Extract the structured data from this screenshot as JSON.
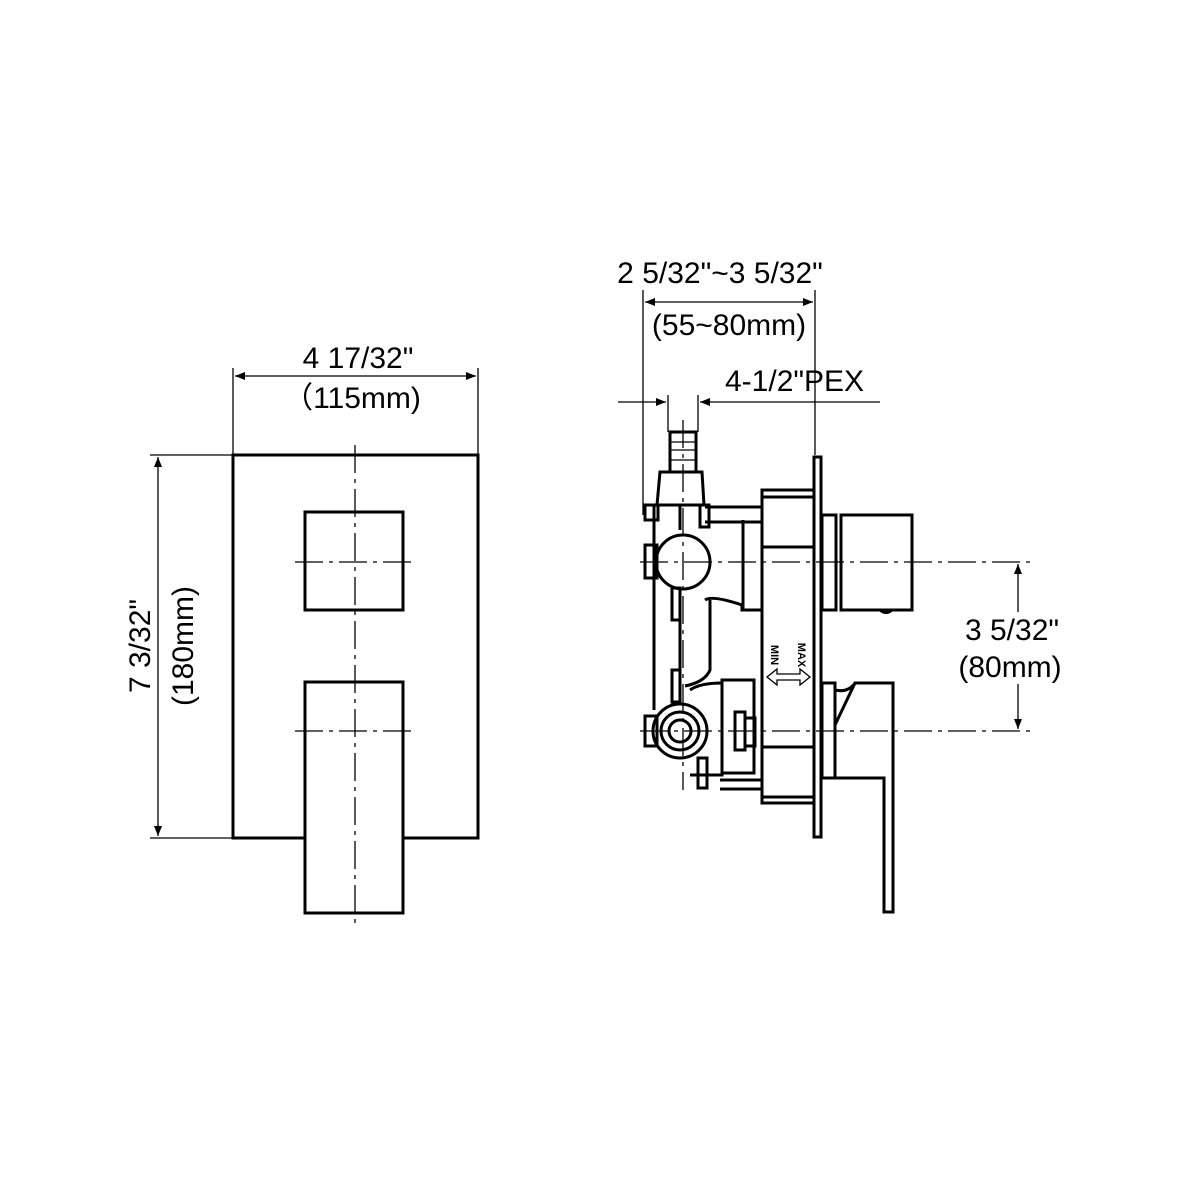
{
  "front_view": {
    "width_in": "4 17/32\"",
    "width_mm": "（115mm)",
    "height_in": "7 3/32\"",
    "height_mm": "(180mm)"
  },
  "side_view": {
    "depth_in": "2 5/32\"~3 5/32\"",
    "depth_mm": "(55~80mm)",
    "pex_label": "4-1/2\"PEX",
    "spacing_in": "3 5/32\"",
    "spacing_mm": "(80mm)",
    "min_label": "MIN",
    "max_label": "MAX"
  }
}
